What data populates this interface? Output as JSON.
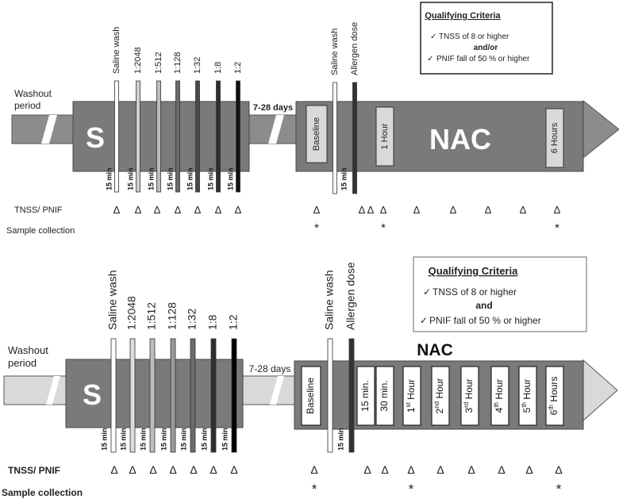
{
  "top": {
    "washout_label_1": "Washout",
    "washout_label_2": "period",
    "screening_label": "S",
    "days_label": "7-28 days",
    "nac_label": "NAC",
    "screening_doses": [
      "Saline wash",
      "1:2048",
      "1:512",
      "1:128",
      "1:32",
      "1:8",
      "1:2"
    ],
    "interval_label": "15 min",
    "nac_doses": [
      "Saline wash",
      "Allergen dose"
    ],
    "nac_boxes": [
      "Baseline",
      "1 Hour",
      "6 Hours"
    ],
    "criteria": {
      "title": "Qualifying Criteria",
      "line1": "TNSS of 8 or higher",
      "connector": "and/or",
      "line2": "PNIF fall of 50 % or higher",
      "check": "✓"
    },
    "tnss_label": "TNSS/ PNIF",
    "sample_label": "Sample collection",
    "triangle_glyph": "Δ",
    "star_glyph": "*"
  },
  "bottom": {
    "washout_label_1": "Washout",
    "washout_label_2": "period",
    "screening_label": "S",
    "days_label": "7-28 days",
    "nac_label": "NAC",
    "screening_doses": [
      "Saline wash",
      "1:2048",
      "1:512",
      "1:128",
      "1:32",
      "1:8",
      "1:2"
    ],
    "interval_label": "15 min",
    "nac_doses": [
      "Saline wash",
      "Allergen dose"
    ],
    "nac_boxes": [
      {
        "num": "",
        "sup": "",
        "tail": "Baseline"
      },
      {
        "num": "",
        "sup": "",
        "tail": "15 min."
      },
      {
        "num": "",
        "sup": "",
        "tail": "30 min."
      },
      {
        "num": "1",
        "sup": "st",
        "tail": " Hour"
      },
      {
        "num": "2",
        "sup": "nd",
        "tail": " Hour"
      },
      {
        "num": "3",
        "sup": "rd",
        "tail": " Hour"
      },
      {
        "num": "4",
        "sup": "th",
        "tail": " Hour"
      },
      {
        "num": "5",
        "sup": "th",
        "tail": " Hour"
      },
      {
        "num": "6",
        "sup": "th",
        "tail": " Hours"
      }
    ],
    "criteria": {
      "title": "Qualifying Criteria",
      "line1": "TNSS of 8 or higher",
      "connector": "and",
      "line2": "PNIF fall of 50 % or higher",
      "check": "✓"
    },
    "tnss_label": "TNSS/ PNIF",
    "sample_label": "Sample collection",
    "triangle_glyph": "Δ",
    "star_glyph": "*"
  }
}
